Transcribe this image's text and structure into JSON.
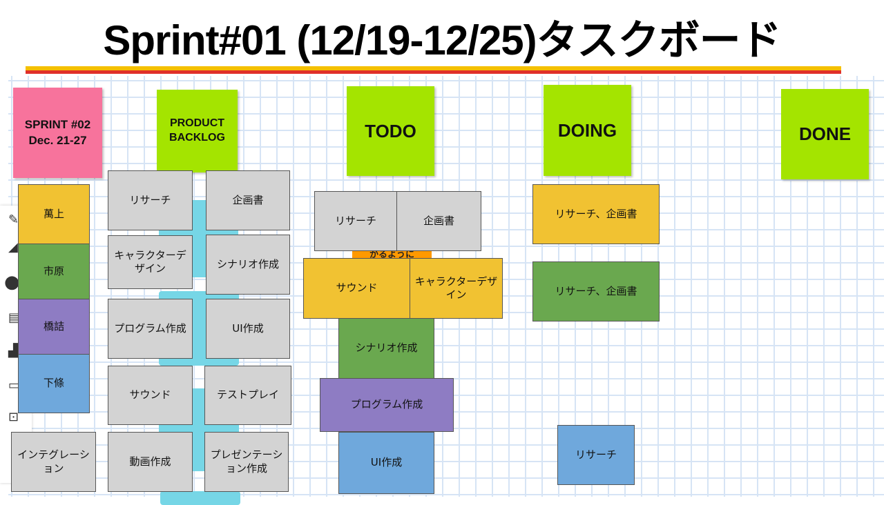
{
  "title": "Sprint#01 (12/19-12/25)タスクボード",
  "headers": {
    "sprint": "SPRINT #02 Dec. 21-27",
    "backlog": "PRODUCT BACKLOG",
    "todo": "TODO",
    "doing": "DOING",
    "done": "DONE"
  },
  "members": [
    "萬上",
    "市原",
    "橋詰",
    "下條"
  ],
  "backlog": [
    "リサーチ",
    "企画書",
    "キャラクターデザイン",
    "シナリオ作成",
    "プログラム作成",
    "UI作成",
    "サウンド",
    "テストプレイ",
    "インテグレーション",
    "動画作成",
    "プレゼンテーション作成"
  ],
  "todo": [
    "リサーチ",
    "企画書",
    "サウンド",
    "キャラクターデザイン",
    "シナリオ作成",
    "プログラム作成",
    "UI作成"
  ],
  "todo_note": "かるように",
  "doing": [
    "リサーチ、企画書",
    "リサーチ、企画書",
    "リサーチ"
  ],
  "colors": {
    "pink": "#f7739c",
    "lime": "#a4e400",
    "yellow": "#f1c232",
    "green": "#6aa84f",
    "purple": "#8e7cc3",
    "blue": "#6fa8dc",
    "gray": "#d3d3d3"
  }
}
